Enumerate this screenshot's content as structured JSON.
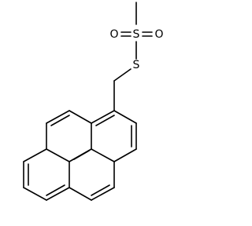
{
  "molecule": {
    "atom_labels": {
      "sulfonyl_sulfur": "S",
      "oxygen_left": "O",
      "oxygen_right": "O",
      "thio_sulfur": "S"
    }
  }
}
